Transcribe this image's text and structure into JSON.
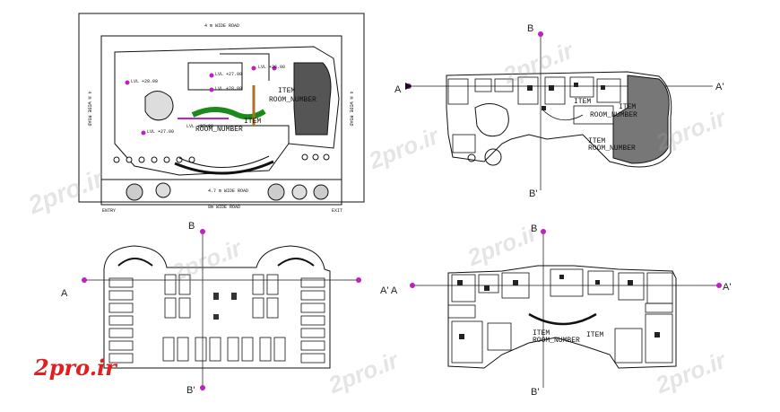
{
  "site_plan": {
    "road_top": "4 m WIDE ROAD",
    "road_left": "4 m WIDE ROAD",
    "road_right": "4 m WIDE ROAD",
    "road_front": "4.7 m WIDE ROAD",
    "road_bottom": "8m WIDE ROAD",
    "entry": "ENTRY",
    "exit": "EXIT",
    "levels": [
      "LVL +28.00",
      "LVL +27.00",
      "LVL +28.00",
      "LVL +26.00",
      "LVL +27.00",
      "LVL +27.00"
    ],
    "item_labels": [
      "ITEM",
      "ROOM_NUMBER",
      "ITEM",
      "ROOM_NUMBER"
    ]
  },
  "ground_plan": {
    "marker_top": "B",
    "marker_bottom": "B'",
    "marker_left": "A",
    "marker_right": "A'",
    "item_labels": [
      "ITEM",
      "ITEM",
      "ROOM_NUMBER",
      "ITEM",
      "ROOM_NUMBER"
    ]
  },
  "basement_plan": {
    "marker_top": "B",
    "marker_bottom": "B'",
    "marker_left": "A"
  },
  "first_plan": {
    "marker_top": "B",
    "marker_bottom": "B'",
    "marker_left": "A' A",
    "marker_right": "A'",
    "item_labels": [
      "ITEM",
      "ROOM_NUMBER",
      "ITEM"
    ]
  },
  "watermark": "2pro.ir",
  "brand": "2pro.ir",
  "colors": {
    "brand": "#e02020",
    "marker": "#c020c0",
    "green": "#1a8a1a"
  }
}
